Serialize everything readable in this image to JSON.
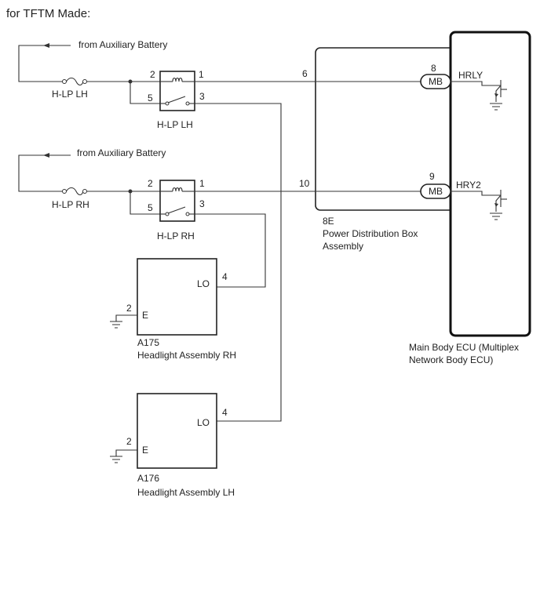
{
  "header": "for TFTM Made:",
  "relay_lh": {
    "source": "from Auxiliary Battery",
    "fuse": "H-LP LH",
    "name": "H-LP LH",
    "pins": {
      "coil_in": "2",
      "coil_out": "1",
      "sw_in": "5",
      "sw_out": "3"
    }
  },
  "relay_rh": {
    "source": "from Auxiliary Battery",
    "fuse": "H-LP RH",
    "name": "H-LP RH",
    "pins": {
      "coil_in": "2",
      "coil_out": "1",
      "sw_in": "5",
      "sw_out": "3"
    }
  },
  "pdb": {
    "code": "8E",
    "name_line1": "Power Distribution Box",
    "name_line2": "Assembly",
    "pin_upper": "6",
    "pin_lower": "10"
  },
  "ecu": {
    "name_line1": "Main Body ECU (Multiplex",
    "name_line2": "Network Body ECU)",
    "conn_upper": {
      "pin": "8",
      "connector": "MB",
      "signal": "HRLY"
    },
    "conn_lower": {
      "pin": "9",
      "connector": "MB",
      "signal": "HRY2"
    }
  },
  "headlight_rh": {
    "code": "A175",
    "name": "Headlight Assembly RH",
    "lo_label": "LO",
    "lo_pin": "4",
    "e_label": "E",
    "e_pin": "2"
  },
  "headlight_lh": {
    "code": "A176",
    "name": "Headlight Assembly LH",
    "lo_label": "LO",
    "lo_pin": "4",
    "e_label": "E",
    "e_pin": "2"
  },
  "icons": [
    "fuse-icon",
    "relay-coil-icon",
    "relay-switch-icon",
    "ground-icon",
    "transistor-icon",
    "arrow-left-icon"
  ]
}
